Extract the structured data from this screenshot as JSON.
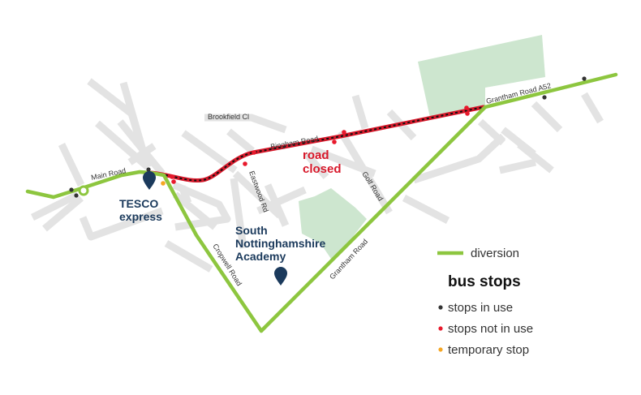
{
  "map": {
    "streets": {
      "main_road": "Main Road",
      "brookfield_cl": "Brookfield Cl",
      "bingham_road": "Bingham Road",
      "eastwood_rd": "Eastwood Rd",
      "golf_road": "Golf Road",
      "cropwell_road": "Cropwell Road",
      "grantham_road": "Grantham  Road",
      "grantham_road_a52": "Grantham  Road A52"
    },
    "road_closed": [
      "road",
      "closed"
    ],
    "pois": {
      "tesco": [
        "TESCO",
        "express"
      ],
      "academy": [
        "South",
        "Nottinghamshire",
        "Academy"
      ]
    }
  },
  "legend": {
    "diversion": "diversion",
    "bus_stops_title": "bus stops",
    "in_use": "stops in use",
    "not_in_use": "stops not in use",
    "temporary": "temporary stop"
  },
  "colors": {
    "diversion": "#8dc63f",
    "closed_road": "#d7182a",
    "stop_in_use": "#333333",
    "stop_not_in_use": "#e8192c",
    "stop_temporary": "#f5a623",
    "poi_marker": "#1b3a5c",
    "green_space": "#cde6cf",
    "minor_road": "#e3e3e3"
  }
}
